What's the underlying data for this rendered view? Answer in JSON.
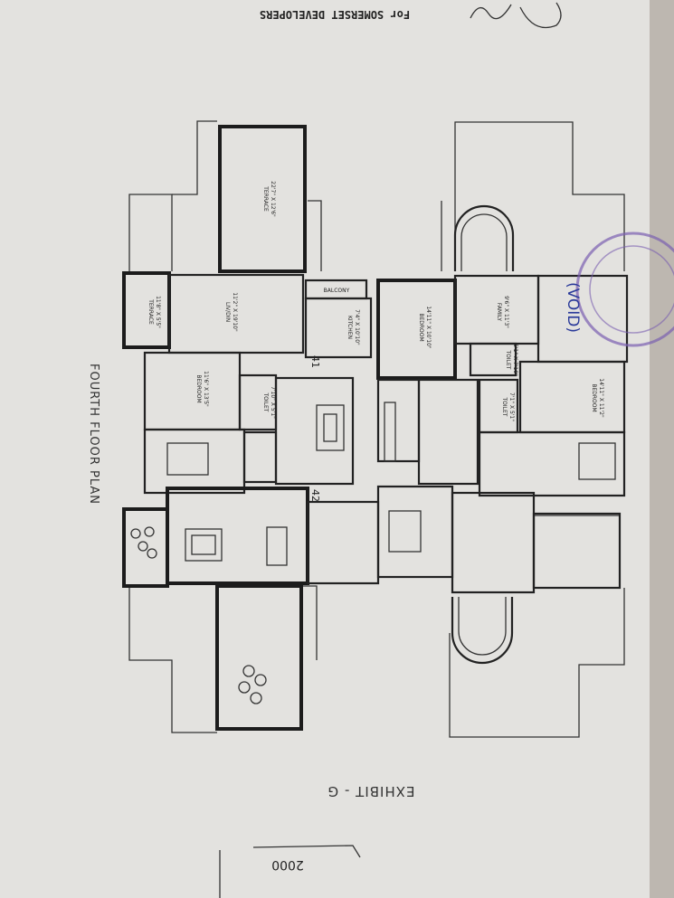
{
  "document": {
    "header_stamp": "For SOMERSET DEVELOPERS",
    "plan_title": "FOURTH FLOOR PLAN",
    "exhibit": "EXHIBIT - G",
    "handwritten_note": "(VOID)",
    "handwritten_number": "2000",
    "unit_numbers": [
      "41",
      "42"
    ],
    "colors": {
      "paper": "#e3e2df",
      "ink": "#1c1c1c",
      "stamp": "#7a5fb0",
      "pen": "#2a3a9a"
    }
  },
  "rooms": [
    {
      "name": "TERRACE",
      "size": "22'7\" X 12'6\""
    },
    {
      "name": "TERRACE",
      "size": "11'8\" X 5'5\""
    },
    {
      "name": "LIV/DIN",
      "size": "11'2\" X 19'10\""
    },
    {
      "name": "BALCONY",
      "size": ""
    },
    {
      "name": "KITCHEN",
      "size": "7'4\" X 10'10\""
    },
    {
      "name": "BEDROOM",
      "size": "11'6\" X 13'5\""
    },
    {
      "name": "TOILET",
      "size": "7'10\" X 5'1\""
    },
    {
      "name": "BEDROOM",
      "size": "14'11\" X 10'10\""
    },
    {
      "name": "FAMILY",
      "size": "9'6\" X 11'3\""
    },
    {
      "name": "TOILET",
      "size": "5'1\" X 7'10\""
    },
    {
      "name": "TOILET",
      "size": "7'1\" X 5'1\""
    },
    {
      "name": "BEDROOM",
      "size": "14'11\" X 11'2\""
    }
  ]
}
